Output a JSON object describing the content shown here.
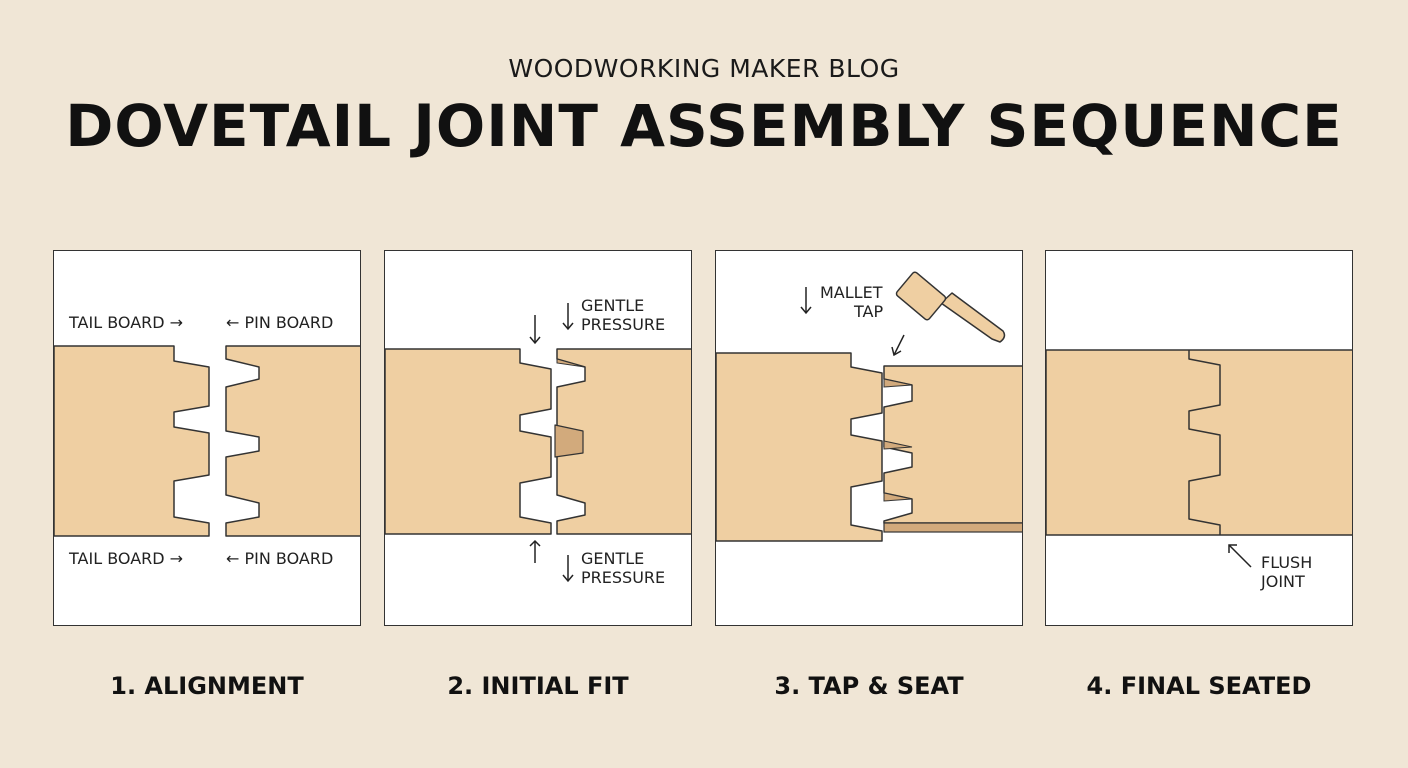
{
  "header": {
    "kicker": "WOODWORKING MAKER BLOG",
    "title": "DOVETAIL JOINT ASSEMBLY SEQUENCE"
  },
  "panels": [
    {
      "step": "1. ALIGNMENT",
      "labels": {
        "tail_top": "TAIL BOARD →",
        "pin_top": "← PIN BOARD",
        "tail_bottom": "TAIL BOARD →",
        "pin_bottom": "← PIN BOARD"
      }
    },
    {
      "step": "2. INITIAL FIT",
      "labels": {
        "pressure_top_1": "GENTLE",
        "pressure_top_2": "PRESSURE",
        "pressure_bottom_1": "GENTLE",
        "pressure_bottom_2": "PRESSURE"
      }
    },
    {
      "step": "3. TAP & SEAT",
      "labels": {
        "mallet_1": "MALLET",
        "mallet_2": "TAP"
      }
    },
    {
      "step": "4. FINAL SEATED",
      "labels": {
        "flush_1": "FLUSH",
        "flush_2": "JOINT"
      }
    }
  ],
  "colors": {
    "background": "#f0e6d6",
    "wood": "#efcfa2",
    "wood_shadow": "#d2aa7c",
    "outline": "#333333"
  }
}
